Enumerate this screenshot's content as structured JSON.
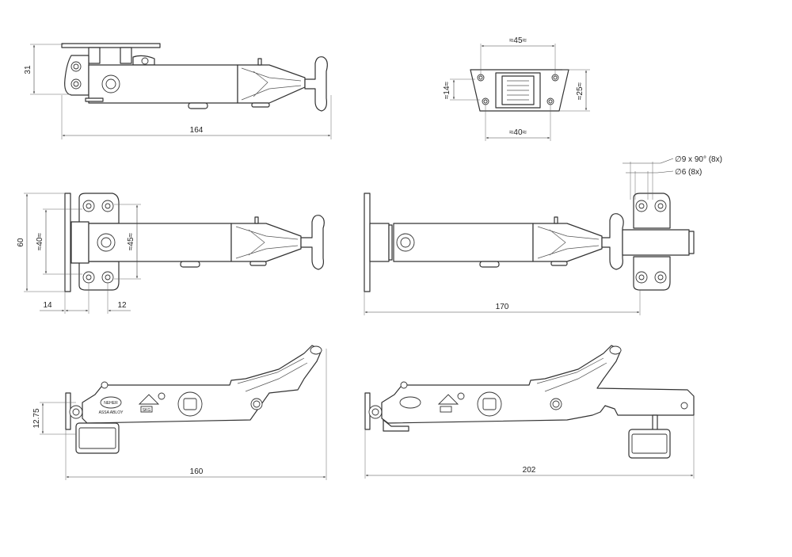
{
  "dimensions": {
    "top_height": "31",
    "top_length": "164",
    "plate_width_top": "≈45≈",
    "plate_width_bottom": "≈40≈",
    "plate_inner_height": "≈14≈",
    "plate_height": "≈25≈",
    "front_height": "60",
    "hole_spacing_v1": "≈40≈",
    "hole_spacing_v2": "≈45≈",
    "offset_left": "14",
    "offset_right": "12",
    "open_length": "170",
    "hole_spec_1": "∅9 x 90° (8x)",
    "hole_spec_2": "∅6 (8x)",
    "side_offset": "12.75",
    "side_closed_length": "160",
    "side_open_length": "202"
  },
  "labels": {
    "brand": "NEHER",
    "sub_brand": "ASSA ABLOY",
    "cert_mark": "SKG"
  }
}
